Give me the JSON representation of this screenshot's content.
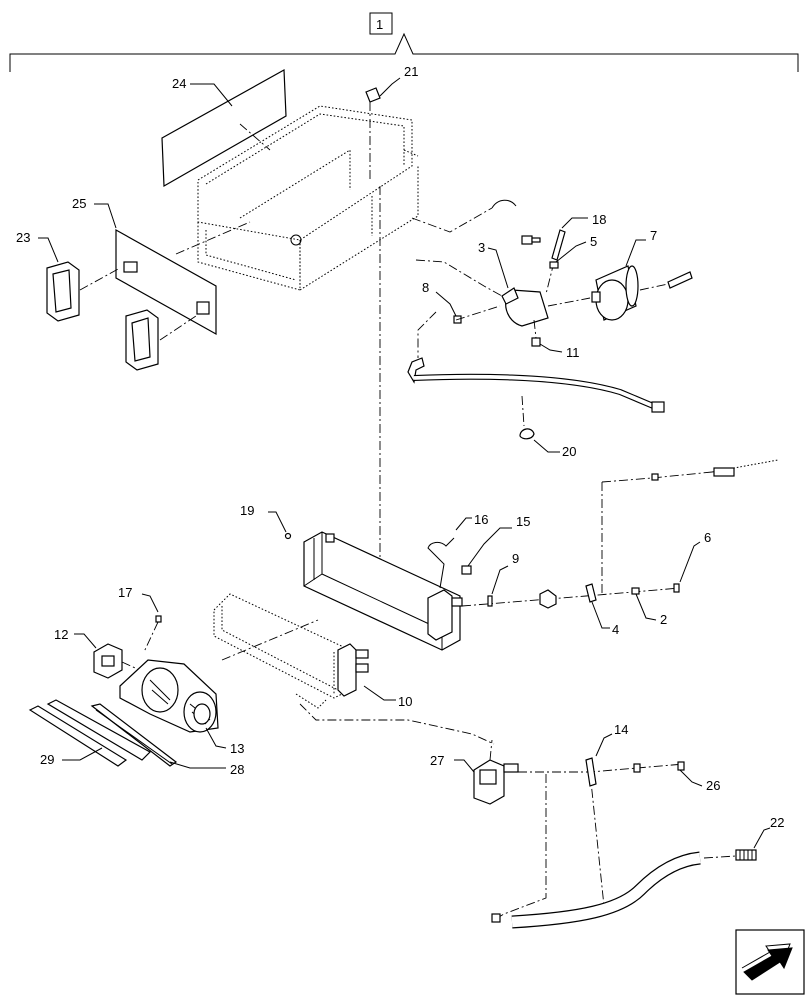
{
  "callouts": {
    "c1": "1",
    "c2": "2",
    "c3": "3",
    "c4": "4",
    "c5": "5",
    "c6": "6",
    "c7": "7",
    "c8": "8",
    "c9": "9",
    "c10": "10",
    "c11": "11",
    "c12": "12",
    "c13": "13",
    "c14": "14",
    "c15": "15",
    "c16": "16",
    "c17": "17",
    "c18": "18",
    "c19": "19",
    "c20": "20",
    "c21": "21",
    "c22": "22",
    "c23": "23",
    "c24": "24",
    "c25": "25",
    "c26": "26",
    "c27": "27",
    "c28": "28",
    "c29": "29"
  },
  "nav_icon": "next-page-arrow-icon"
}
